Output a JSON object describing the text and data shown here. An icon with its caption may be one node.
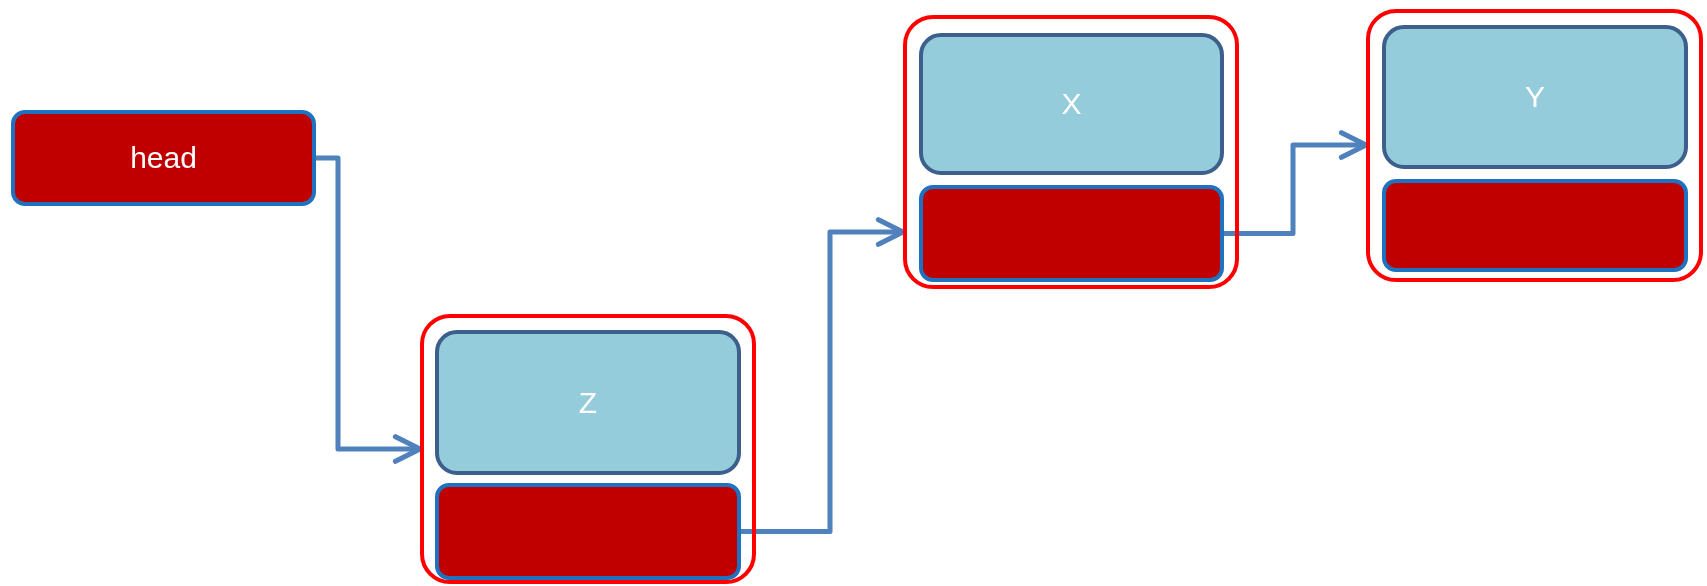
{
  "diagram": {
    "nodes": [
      {
        "text": [
          "head"
        ]
      },
      {
        "text": [],
        "shape": "box"
      },
      {
        "text": [
          "Z"
        ],
        "in": 1
      },
      {
        "text": [],
        "shape": "box",
        "in": 1
      },
      {
        "text": [],
        "shape": "box"
      },
      {
        "text": [
          "X"
        ],
        "in": 4
      },
      {
        "text": [],
        "shape": "box",
        "in": 4
      },
      {
        "text": [],
        "shape": "box"
      },
      {
        "text": [
          "Y"
        ],
        "in": 7
      },
      {
        "text": [],
        "shape": "box",
        "in": 7
      }
    ],
    "edges": [
      {
        "from": 0,
        "to": 1,
        "arrow": "to"
      },
      {
        "from": 3,
        "to": 4,
        "arrow": "to"
      },
      {
        "from": 6,
        "to": 7,
        "arrow": "to"
      }
    ]
  }
}
